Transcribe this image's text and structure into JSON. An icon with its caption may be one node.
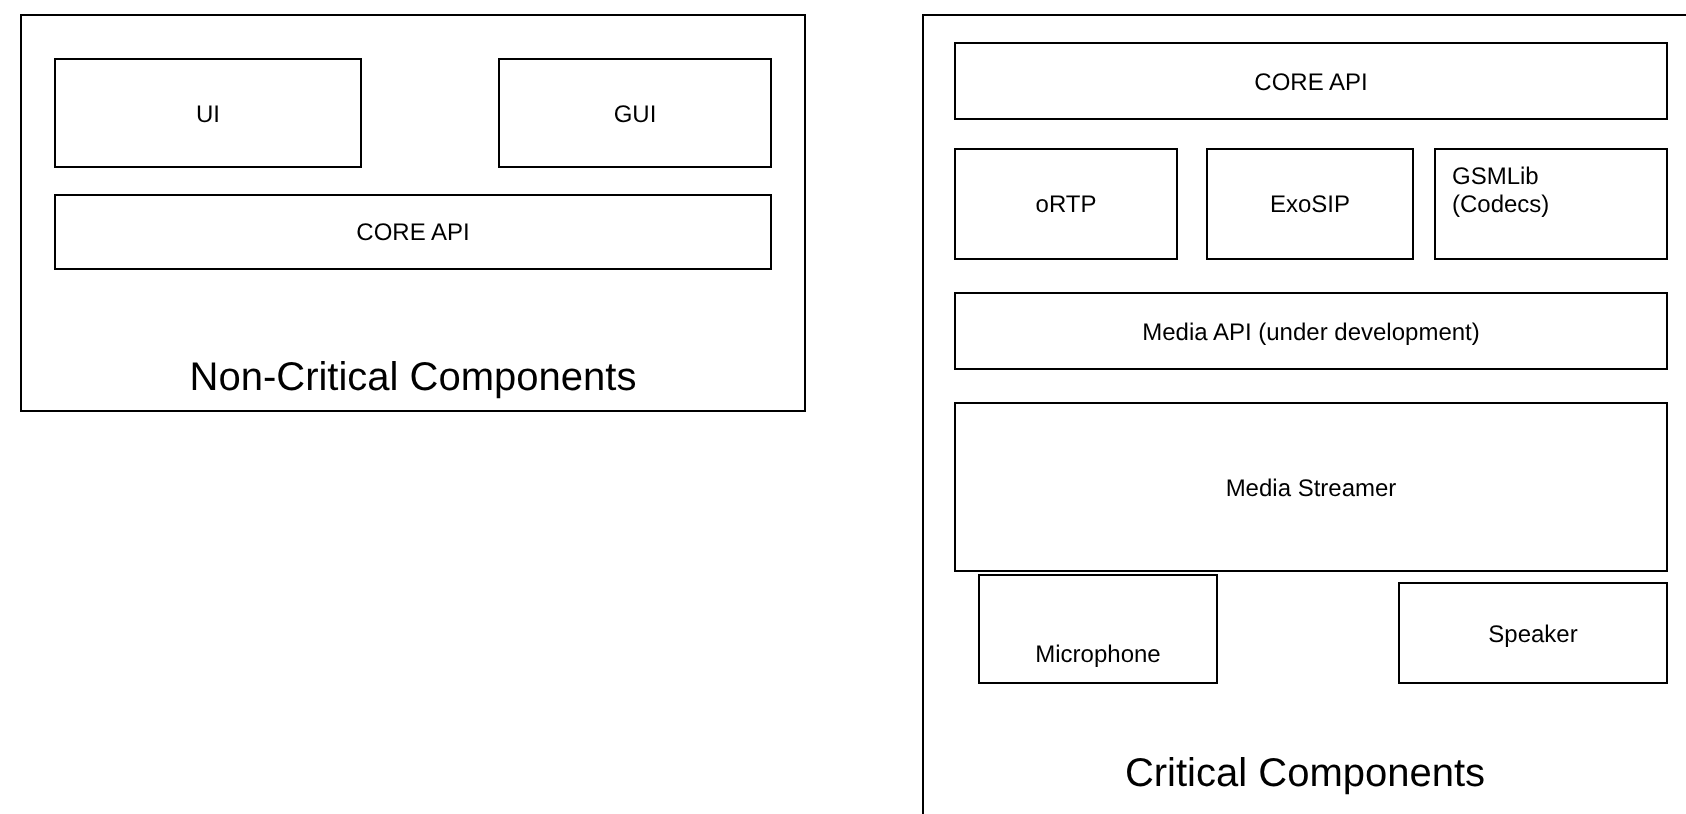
{
  "diagram": {
    "nodes": [
      {
        "text": [
          "Non-Critical Components"
        ]
      },
      {
        "text": [
          "UI"
        ],
        "in": 0
      },
      {
        "text": [
          "GUI"
        ],
        "in": 0
      },
      {
        "text": [
          "CORE API"
        ],
        "in": 0
      },
      {
        "text": [
          "Critical Components"
        ]
      },
      {
        "text": [
          "CORE API"
        ],
        "in": 4
      },
      {
        "text": [
          "oRTP"
        ],
        "in": 4
      },
      {
        "text": [
          "ExoSIP"
        ],
        "in": 4
      },
      {
        "text": [
          "GSMLib (Codecs)"
        ],
        "in": 4
      },
      {
        "text": [
          "Media API (under development)"
        ],
        "in": 4
      },
      {
        "text": [
          "Media Streamer"
        ],
        "in": 4
      },
      {
        "text": [
          "Microphone"
        ],
        "in": 4
      },
      {
        "text": [
          "Speaker"
        ],
        "in": 4
      }
    ]
  }
}
